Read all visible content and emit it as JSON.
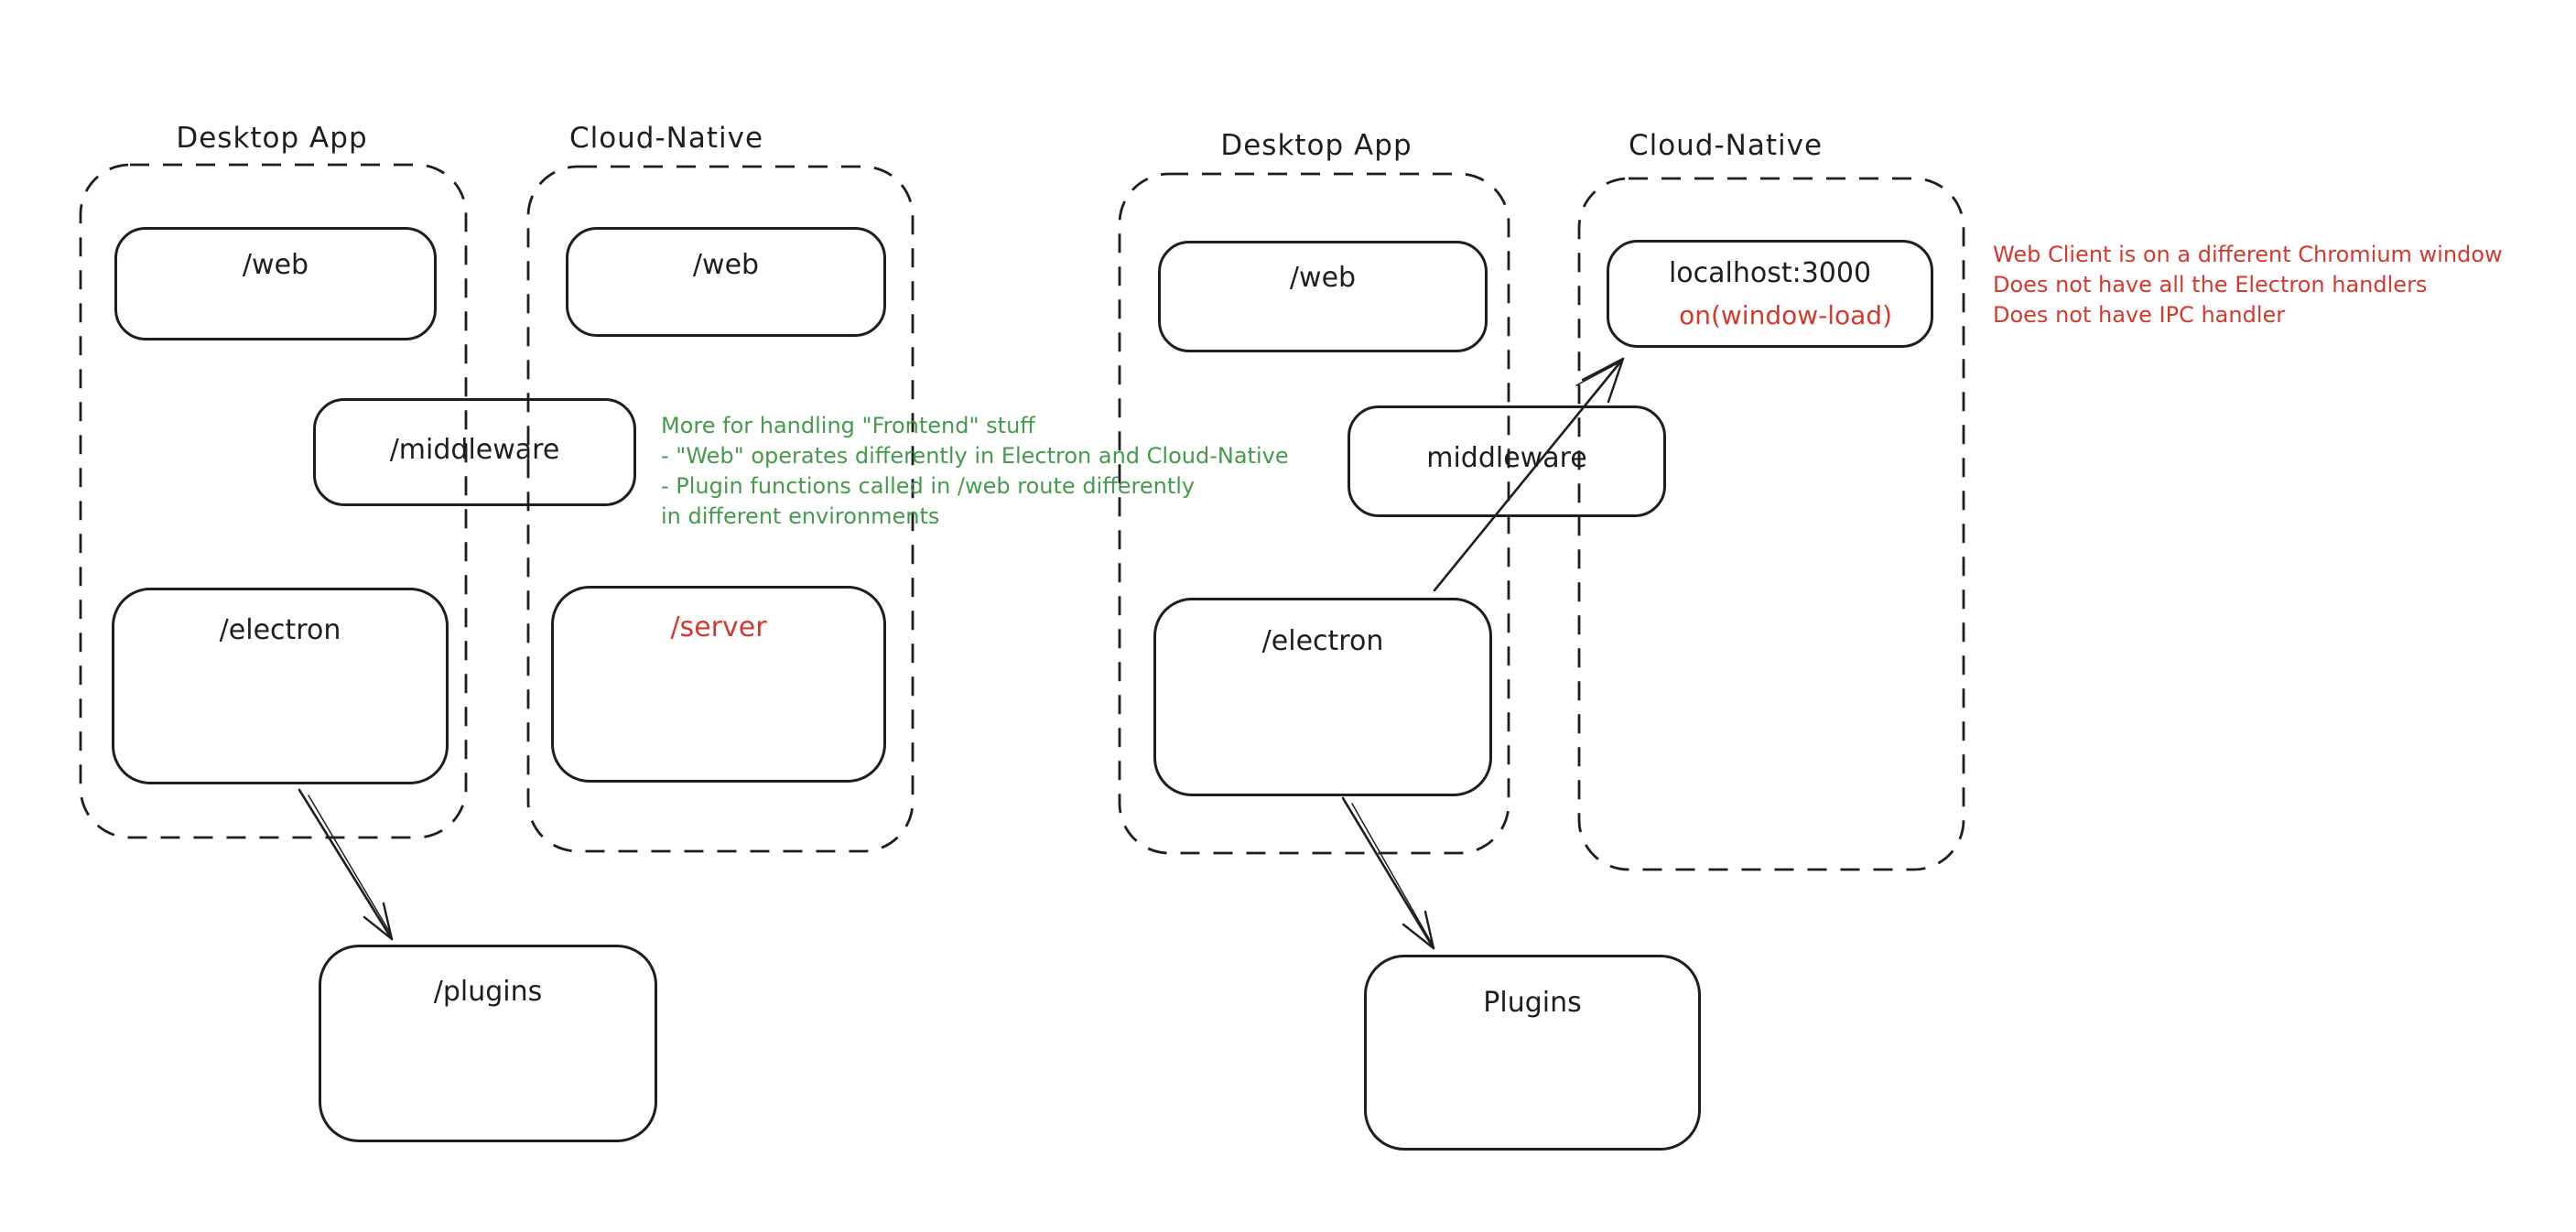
{
  "colors": {
    "ink": "#1e1e1e",
    "green_annotation": "#459a4c",
    "red_annotation": "#d23a2e"
  },
  "left_diagram": {
    "desktop_app": {
      "label": "Desktop App",
      "web_box": "/web",
      "electron_box": "/electron"
    },
    "cloud_native": {
      "label": "Cloud-Native",
      "web_box": "/web",
      "server_box": "/server"
    },
    "middleware_box": "/middleware",
    "plugins_box": "/plugins",
    "note_green": [
      "More for handling \"Frontend\" stuff",
      "- \"Web\" operates differently in Electron and Cloud-Native",
      "- Plugin functions called in /web route differently",
      "in different environments"
    ]
  },
  "right_diagram": {
    "desktop_app": {
      "label": "Desktop App",
      "web_box": "/web",
      "electron_box": "/electron"
    },
    "cloud_native": {
      "label": "Cloud-Native",
      "localhost_box": "localhost:3000",
      "localhost_sub": "on(window-load)"
    },
    "middleware_box": "middleware",
    "plugins_box": "Plugins",
    "note_red": [
      "Web Client is on a different Chromium window",
      "Does not have all the Electron handlers",
      "Does not have IPC handler"
    ]
  }
}
